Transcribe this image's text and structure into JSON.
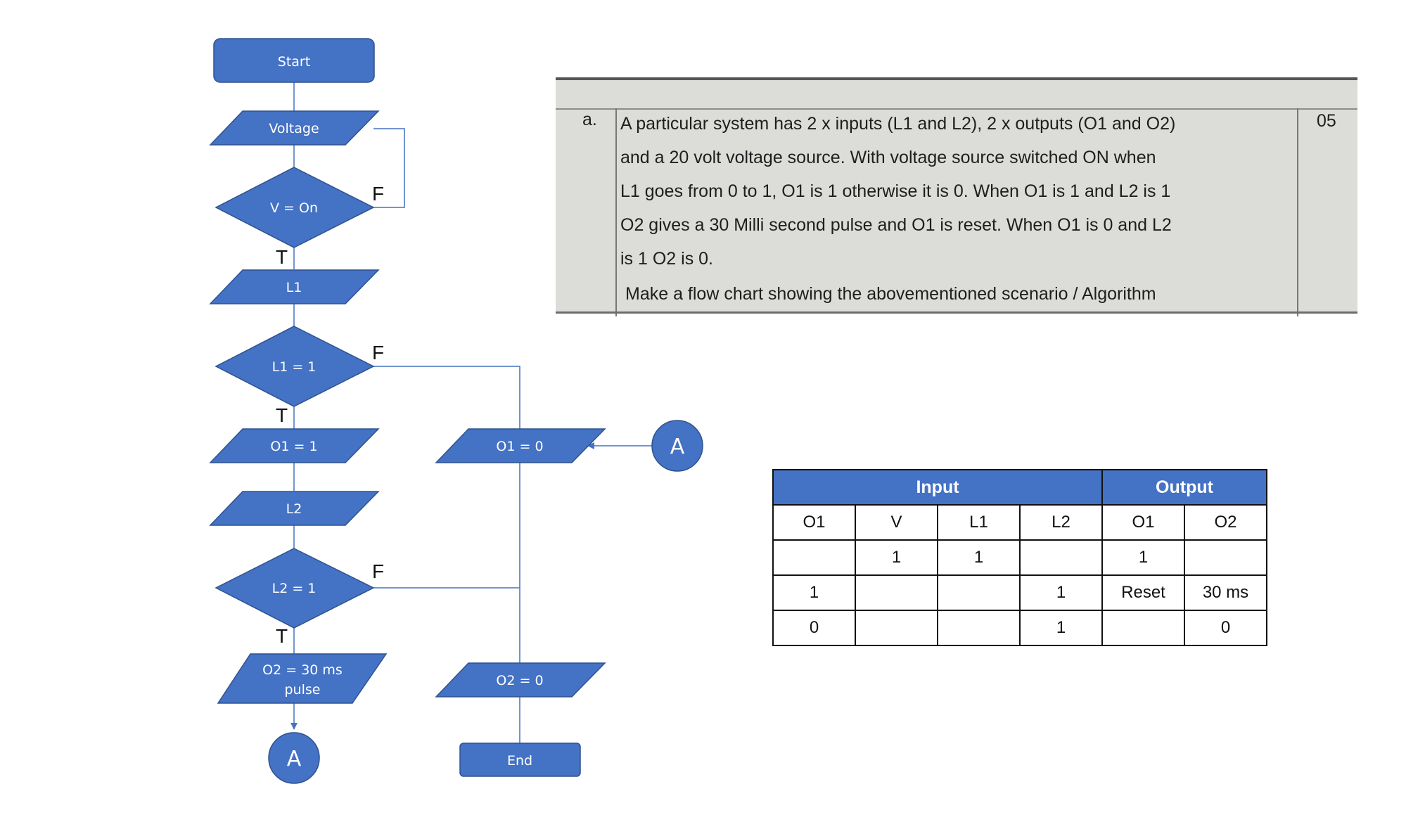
{
  "flowchart": {
    "start": "Start",
    "voltage": "Voltage",
    "v_on": "V = On",
    "l1": "L1",
    "l1_check": "L1 = 1",
    "o1_set": "O1 = 1",
    "o1_reset": "O1 = 0",
    "l2": "L2",
    "l2_check": "L2 = 1",
    "o2_pulse_line1": "O2 = 30 ms",
    "o2_pulse_line2": "pulse",
    "o2_zero": "O2 = 0",
    "end": "End",
    "connector_a": "A",
    "true_label": "T",
    "false_label": "F",
    "shape_color": "#4472c4"
  },
  "question": {
    "letter": "a.",
    "marks": "05",
    "lines": [
      "A particular system has 2 x inputs (L1 and L2), 2 x outputs (O1 and O2)",
      "and a 20 volt voltage source. With voltage source switched ON when",
      "L1 goes from 0 to 1, O1 is 1 otherwise it is 0. When O1 is 1 and L2 is 1",
      "O2 gives a 30 Milli second pulse and O1 is reset. When O1 is 0 and L2",
      "is 1 O2 is 0."
    ],
    "instruction": "Make a flow chart showing the abovementioned scenario / Algorithm"
  },
  "table": {
    "group_headers": [
      "Input",
      "Output"
    ],
    "columns": [
      "O1",
      "V",
      "L1",
      "L2",
      "O1",
      "O2"
    ],
    "rows": [
      [
        "",
        "1",
        "1",
        "",
        "1",
        ""
      ],
      [
        "1",
        "",
        "",
        "1",
        "Reset",
        "30 ms"
      ],
      [
        "0",
        "",
        "",
        "1",
        "",
        "0"
      ]
    ]
  }
}
